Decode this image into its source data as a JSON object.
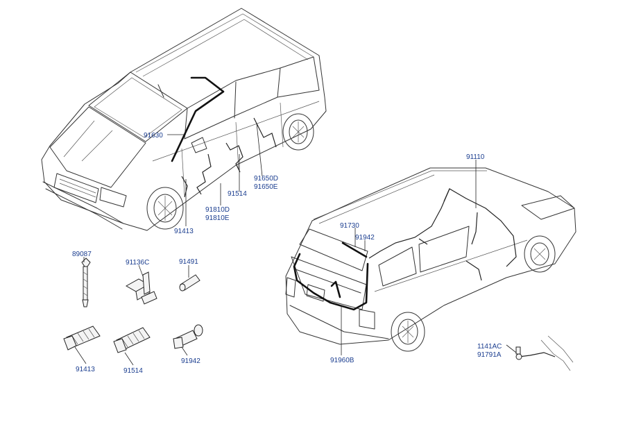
{
  "labels": {
    "p91630": "91630",
    "p91650d": "91650D",
    "p91650e": "91650E",
    "p91514_top": "91514",
    "p91810d": "91810D",
    "p91810e": "91810E",
    "p91413_top": "91413",
    "p91110": "91110",
    "p91730": "91730",
    "p91942_top": "91942",
    "p91960b": "91960B",
    "p1141ac": "1141AC",
    "p91791a": "91791A",
    "p89087": "89087",
    "p91136c": "91136C",
    "p91491": "91491",
    "p91413_bottom": "91413",
    "p91514_bottom": "91514",
    "p91942_bottom": "91942"
  },
  "colors": {
    "label": "#1a3d8f",
    "line": "#333333",
    "harness": "#111111"
  }
}
